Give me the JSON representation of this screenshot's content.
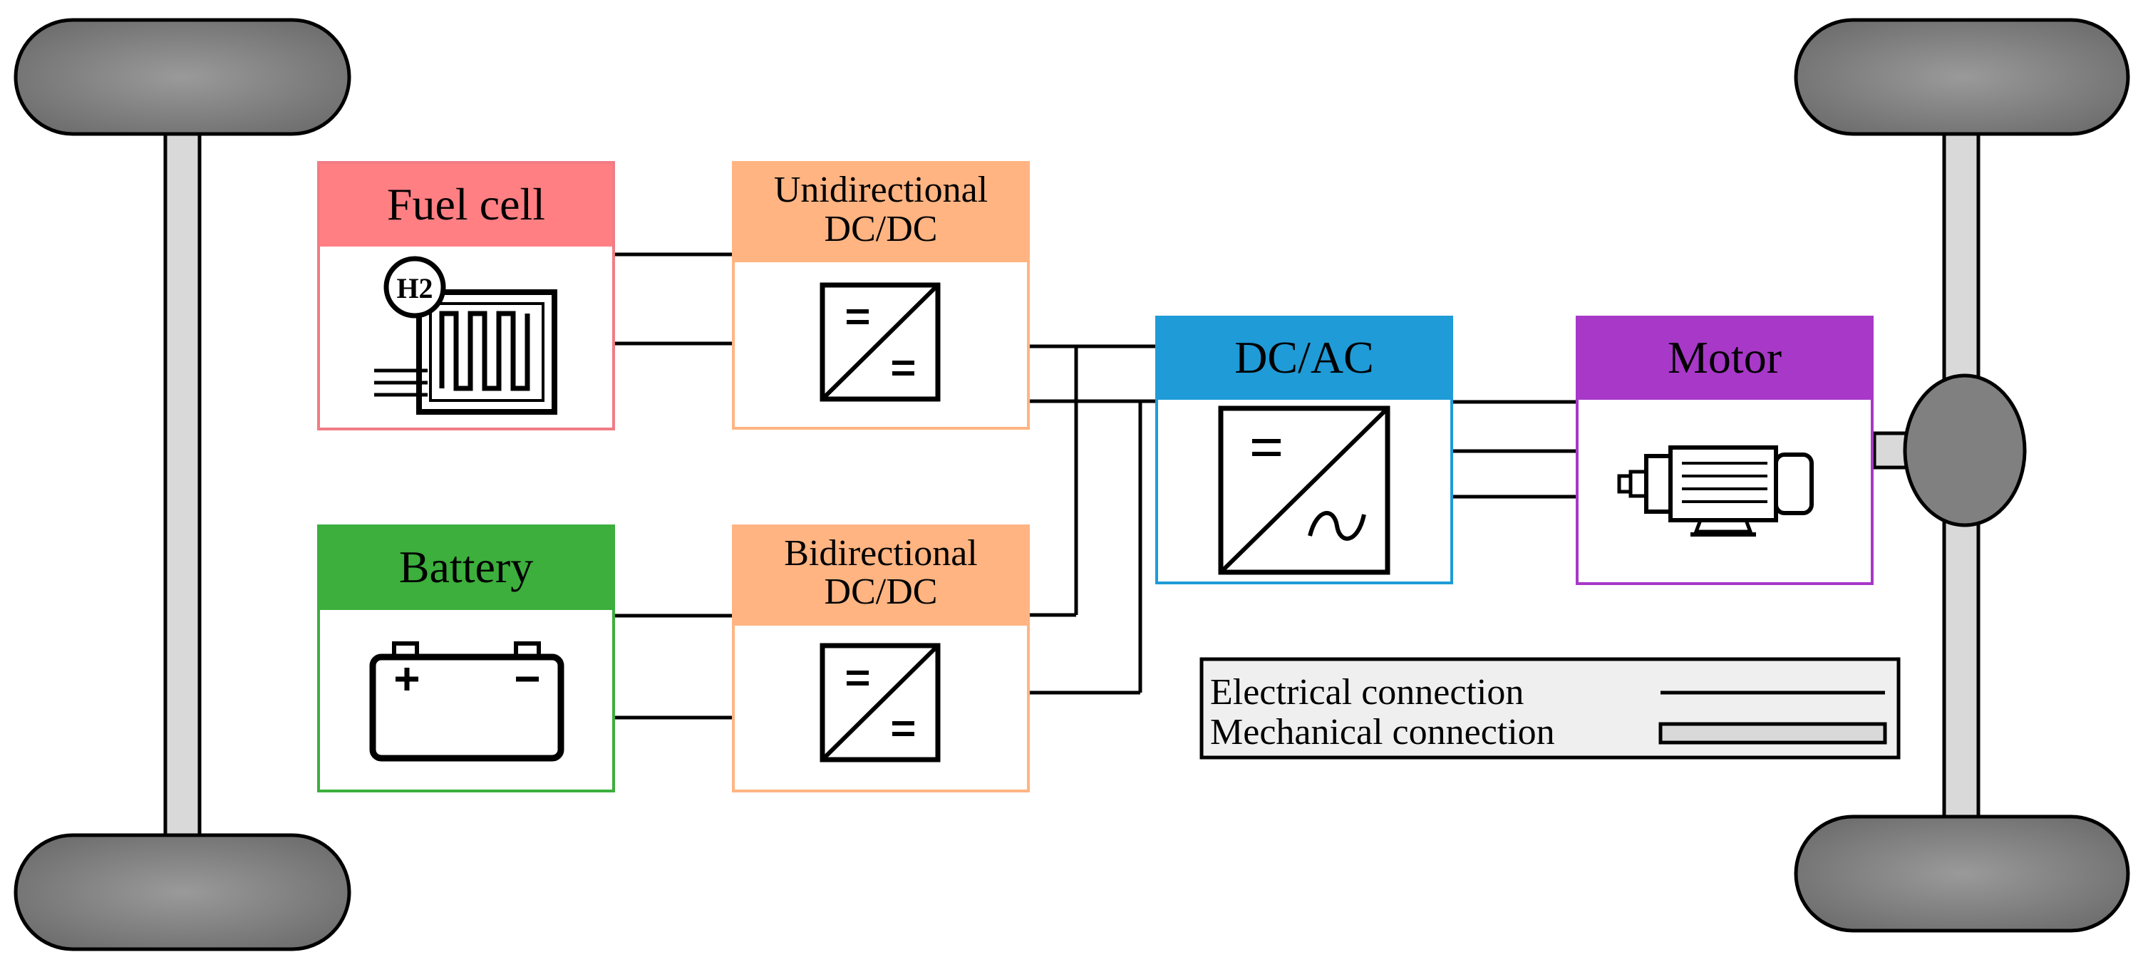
{
  "blocks": {
    "fuel_cell": {
      "title": "Fuel cell",
      "header_color": "#FF7F83",
      "border_color": "#F07C84",
      "icon": "fuel-cell-h2-icon",
      "icon_text": "H2"
    },
    "battery": {
      "title": "Battery",
      "header_color": "#3CAF3C",
      "border_color": "#3CAF3C",
      "icon": "battery-icon"
    },
    "uni_dcdc": {
      "title_line1": "Unidirectional",
      "title_line2": "DC/DC",
      "header_color": "#FFB482",
      "border_color": "#FFB482",
      "icon": "dc-dc-converter-icon"
    },
    "bi_dcdc": {
      "title_line1": "Bidirectional",
      "title_line2": "DC/DC",
      "header_color": "#FFB482",
      "border_color": "#FFB482",
      "icon": "dc-dc-converter-icon"
    },
    "dcac": {
      "title": "DC/AC",
      "header_color": "#1F9BD7",
      "border_color": "#1F9BD7",
      "icon": "dc-ac-inverter-icon"
    },
    "motor": {
      "title": "Motor",
      "header_color": "#A838C8",
      "border_color": "#A838C8",
      "icon": "electric-motor-icon"
    }
  },
  "legend": {
    "electrical": "Electrical connection",
    "mechanical": "Mechanical connection"
  },
  "colors": {
    "wheel": "#808080",
    "axle": "#D9D9D9",
    "legend_bg": "#EFEFEF"
  }
}
